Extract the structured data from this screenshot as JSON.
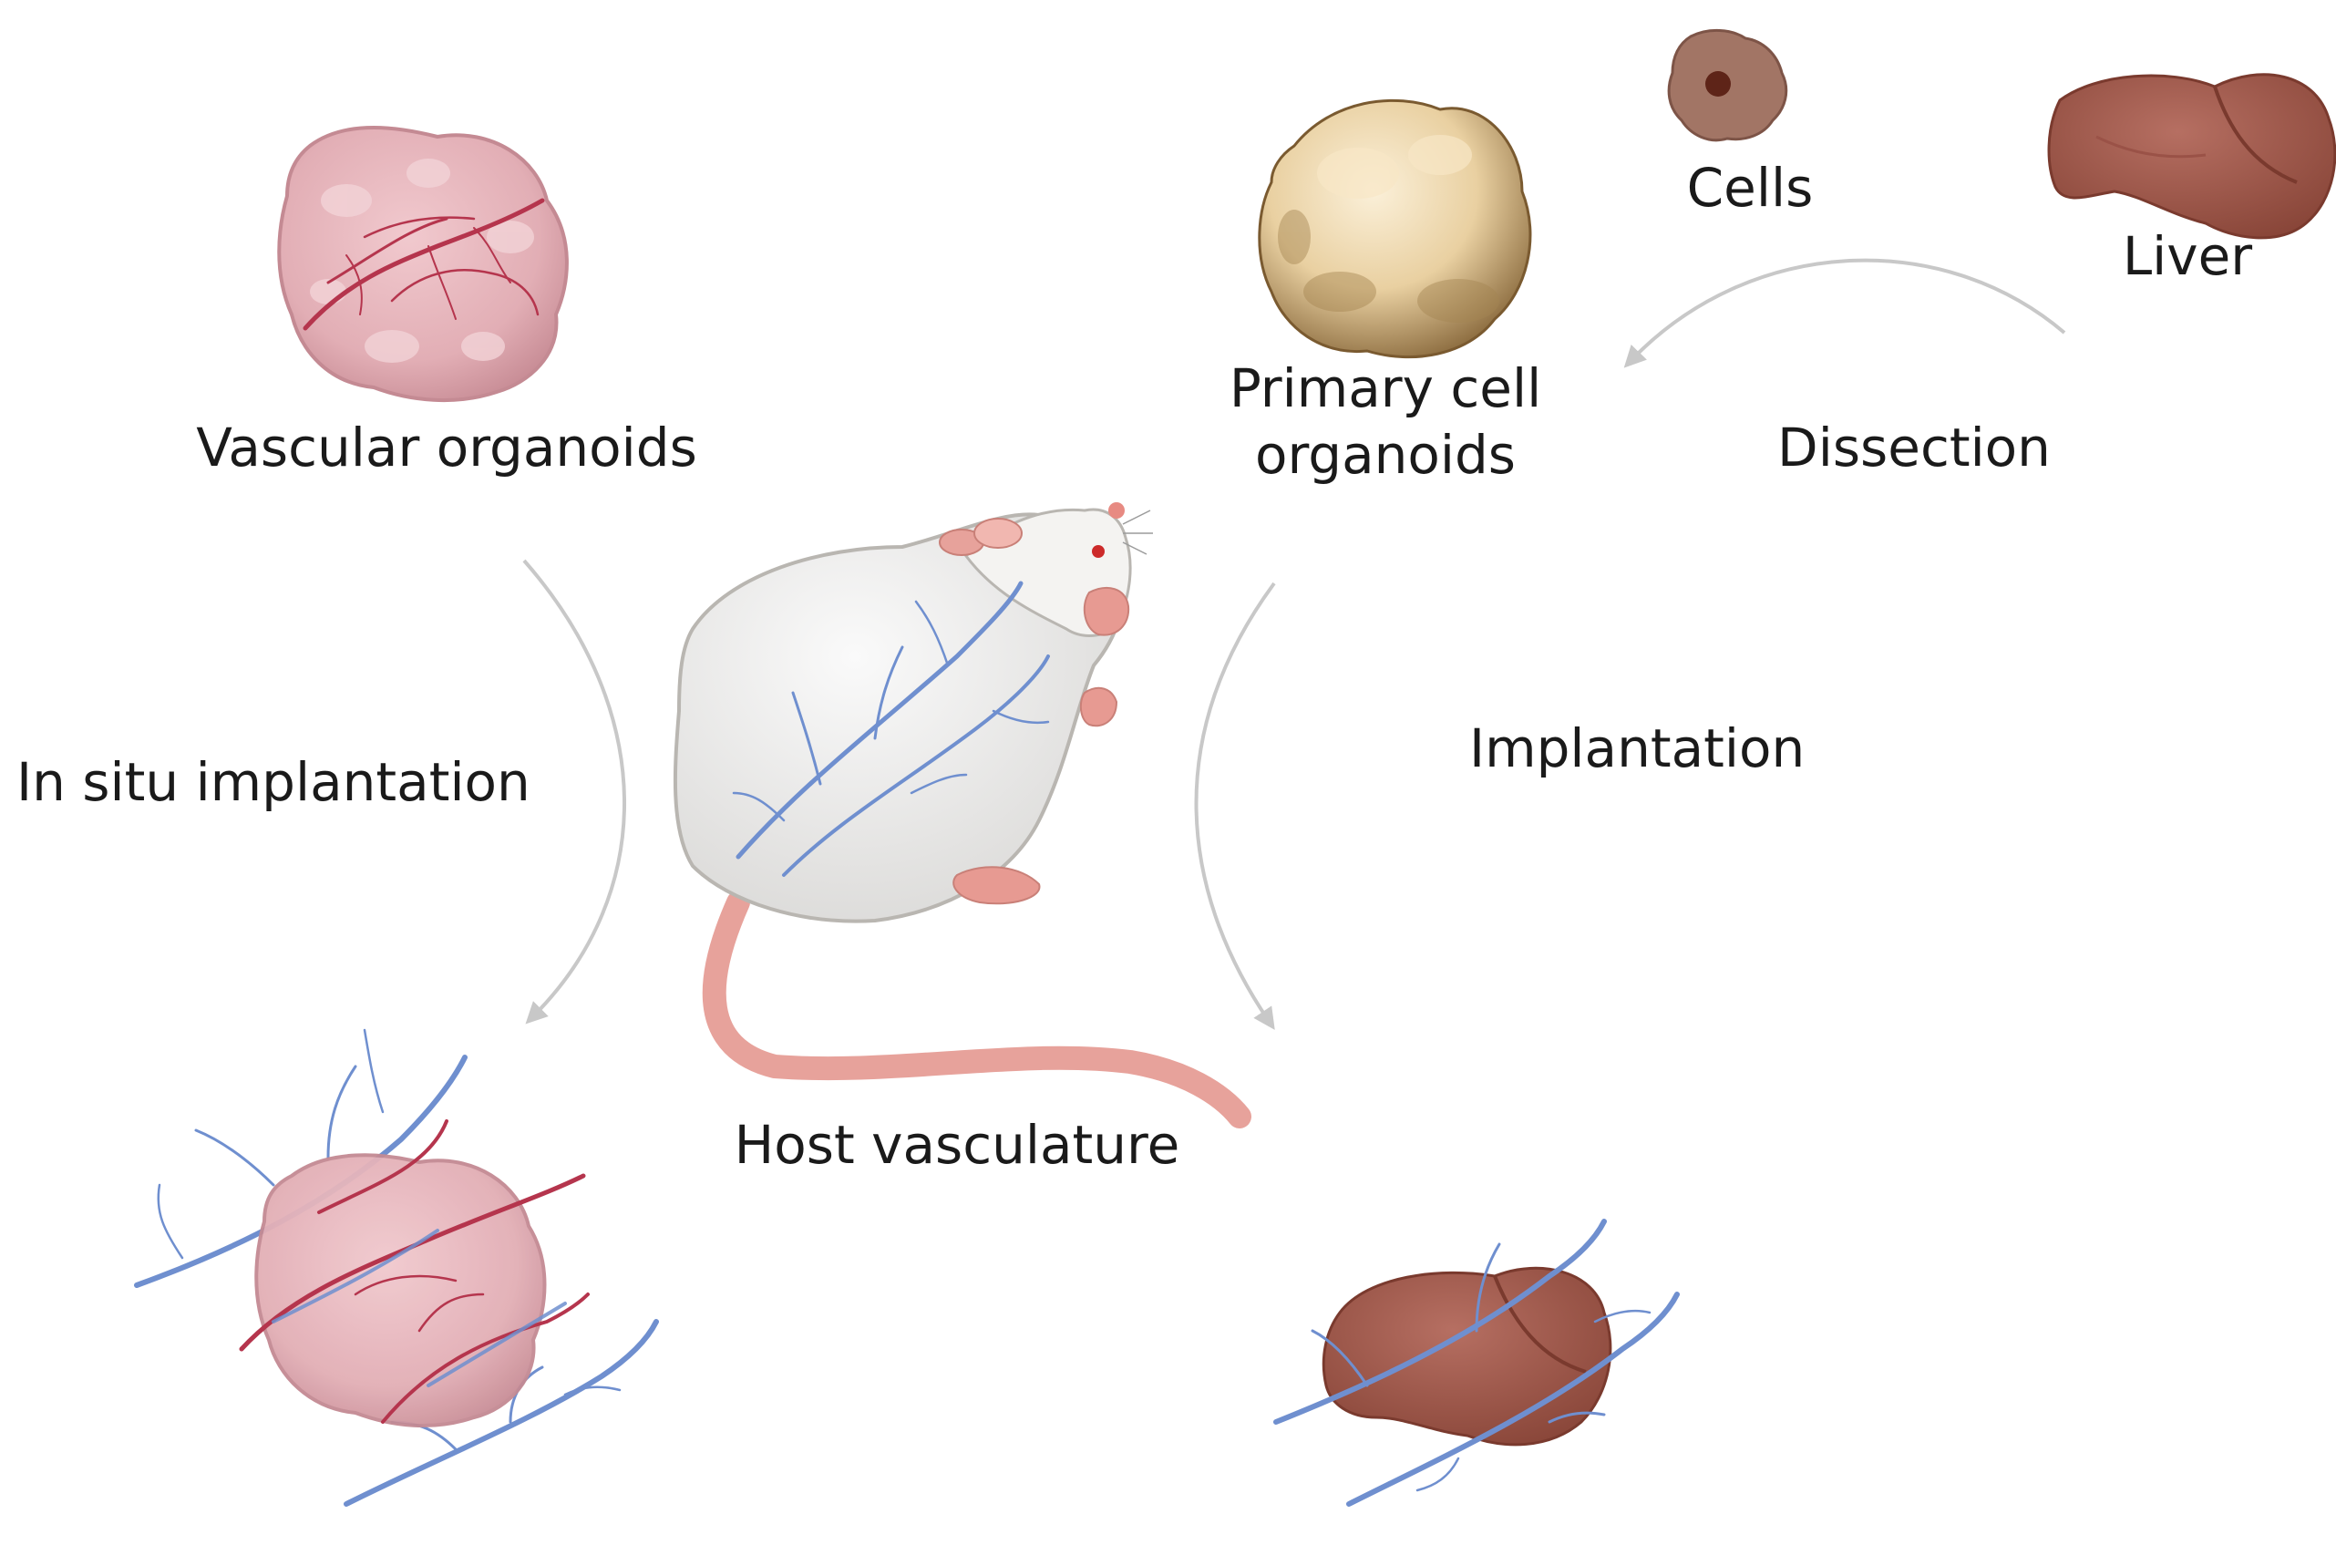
{
  "labels": {
    "vascular_organoids": "Vascular organoids",
    "primary_cell_organoids_line1": "Primary cell",
    "primary_cell_organoids_line2": "organoids",
    "cells": "Cells",
    "liver": "Liver",
    "dissection": "Dissection",
    "in_situ_implantation": "In situ implantation",
    "implantation": "Implantation",
    "host_vasculature": "Host vasculature"
  },
  "colors": {
    "arrow": "#c8c8c8",
    "organoid_pink": "#e8b9bf",
    "organoid_vessel": "#b5354d",
    "primary_organoid": "#e7cfa2",
    "liver": "#a05a4f",
    "cell": "#9c6b5c",
    "host_vessel": "#6f8fcf",
    "mouse_body": "#ebebea",
    "mouse_pink": "#e7a29b"
  }
}
